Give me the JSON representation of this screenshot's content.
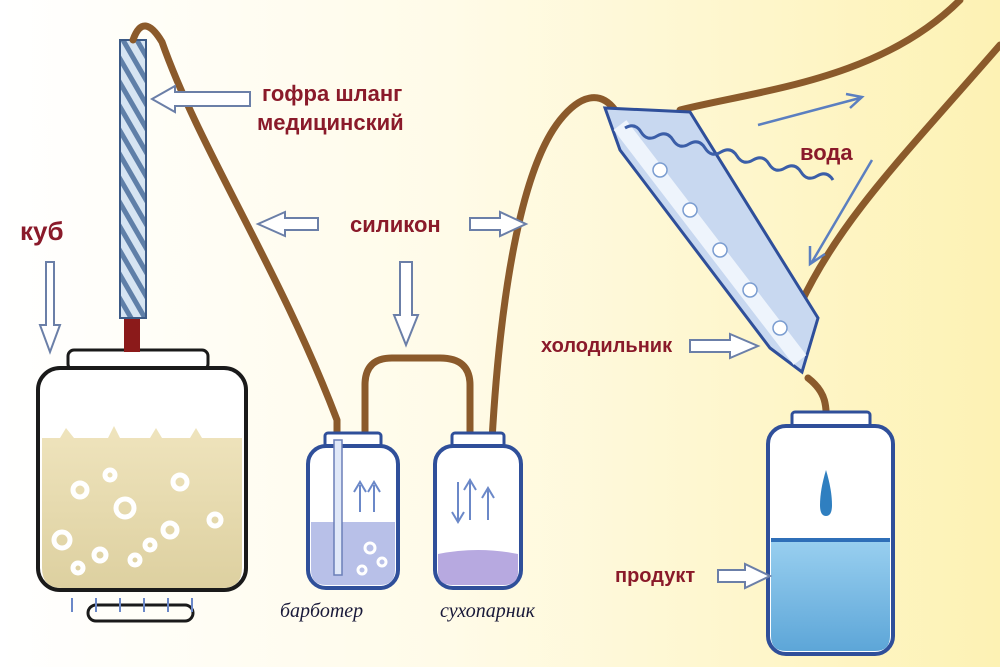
{
  "labels": {
    "cube": "куб",
    "hose_line1": "гофра шланг",
    "hose_line2": "медицинский",
    "silicone": "силикон",
    "water": "вода",
    "condenser": "холодильник",
    "product": "продукт",
    "bubbler": "барботер",
    "dry_steamer": "сухопарник"
  },
  "colors": {
    "tube": "#8b5a2b",
    "label": "#8a1a2a",
    "glass": "#2f4f9a",
    "liquid_cube": "#e8ddb5",
    "liquid_product": "#7ab8e0",
    "liquid_bubbler": "#b8c0e8",
    "liquid_steamer": "#b7a9e0"
  }
}
